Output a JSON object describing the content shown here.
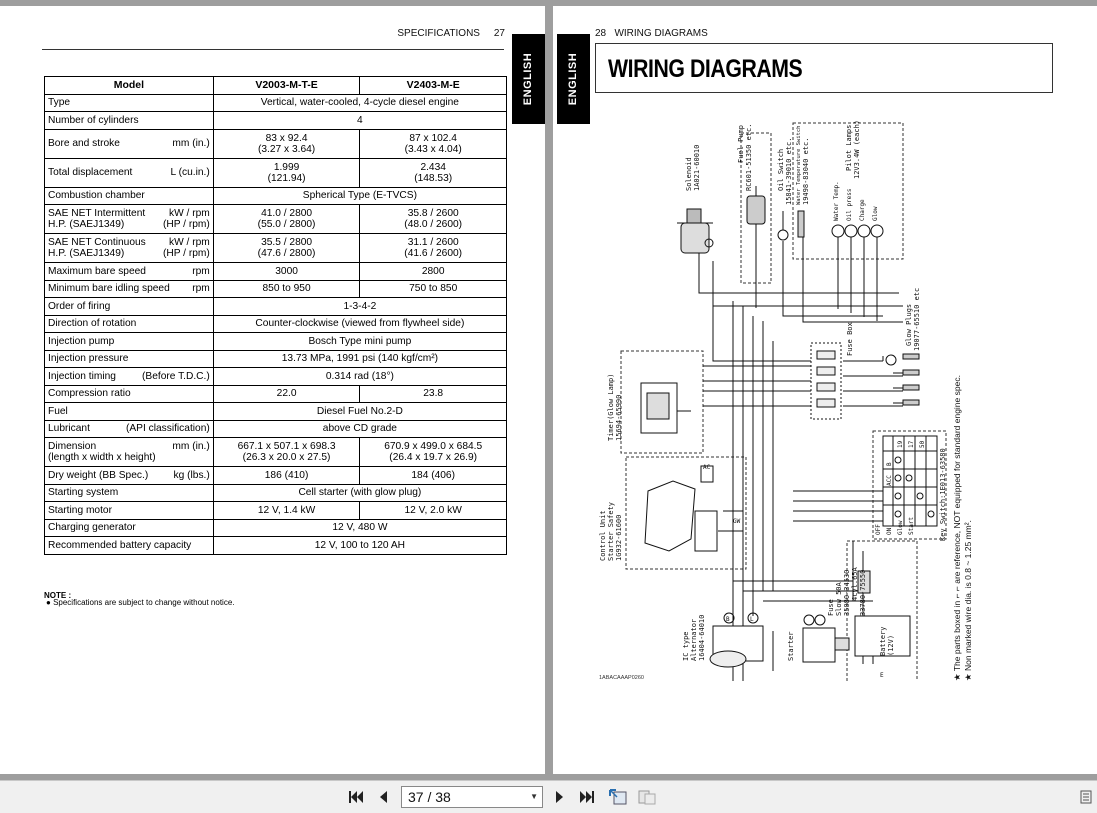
{
  "left_page": {
    "header": "SPECIFICATIONS",
    "page_number": "27",
    "language_tab": "ENGLISH",
    "table": {
      "header": [
        "Model",
        "V2003-M-T-E",
        "V2403-M-E"
      ],
      "rows": [
        {
          "item": "Type",
          "unit": "",
          "merged": "Vertical, water-cooled, 4-cycle diesel engine"
        },
        {
          "item": "Number of cylinders",
          "unit": "",
          "merged": "4"
        },
        {
          "item": "Bore and stroke",
          "unit": "mm (in.)",
          "a": "83 x 92.4",
          "a2": "(3.27 x 3.64)",
          "b": "87 x 102.4",
          "b2": "(3.43 x 4.04)"
        },
        {
          "item": "Total displacement",
          "unit": "L (cu.in.)",
          "a": "1.999",
          "a2": "(121.94)",
          "b": "2.434",
          "b2": "(148.53)"
        },
        {
          "item": "Combustion chamber",
          "unit": "",
          "merged": "Spherical Type (E-TVCS)"
        },
        {
          "item": "SAE NET Intermittent",
          "unit": "kW / rpm",
          "item2": "H.P. (SAEJ1349)",
          "unit2": "(HP / rpm)",
          "a": "41.0 / 2800",
          "a2": "(55.0 / 2800)",
          "b": "35.8 / 2600",
          "b2": "(48.0 / 2600)"
        },
        {
          "item": "SAE NET Continuous",
          "unit": "kW / rpm",
          "item2": "H.P. (SAEJ1349)",
          "unit2": "(HP / rpm)",
          "a": "35.5 / 2800",
          "a2": "(47.6 / 2800)",
          "b": "31.1 / 2600",
          "b2": "(41.6 / 2600)"
        },
        {
          "item": "Maximum bare speed",
          "unit": "rpm",
          "a": "3000",
          "b": "2800"
        },
        {
          "item": "Minimum bare idling speed",
          "unit": "rpm",
          "a": "850 to 950",
          "b": "750 to 850"
        },
        {
          "item": "Order of firing",
          "unit": "",
          "merged": "1-3-4-2"
        },
        {
          "item": "Direction of rotation",
          "unit": "",
          "merged": "Counter-clockwise (viewed from flywheel side)"
        },
        {
          "item": "Injection pump",
          "unit": "",
          "merged": "Bosch Type mini pump"
        },
        {
          "item": "Injection pressure",
          "unit": "",
          "merged": "13.73 MPa, 1991 psi (140 kgf/cm²)"
        },
        {
          "item": "Injection timing",
          "unit": "(Before T.D.C.)",
          "merged": "0.314 rad (18°)"
        },
        {
          "item": "Compression ratio",
          "unit": "",
          "a": "22.0",
          "b": "23.8"
        },
        {
          "item": "Fuel",
          "unit": "",
          "merged": "Diesel Fuel No.2-D"
        },
        {
          "item": "Lubricant",
          "unit": "(API classification)",
          "merged": "above CD grade"
        },
        {
          "item": "Dimension",
          "unit": "mm (in.)",
          "item2": "(length x width x height)",
          "unit2": "",
          "a": "667.1 x 507.1 x 698.3",
          "a2": "(26.3 x 20.0 x 27.5)",
          "b": "670.9 x 499.0 x 684.5",
          "b2": "(26.4 x 19.7 x 26.9)"
        },
        {
          "item": "Dry weight (BB Spec.)",
          "unit": "kg (lbs.)",
          "a": "186 (410)",
          "b": "184 (406)"
        },
        {
          "item": "Starting system",
          "unit": "",
          "merged": "Cell starter (with glow plug)"
        },
        {
          "item": "Starting motor",
          "unit": "",
          "a": "12 V, 1.4 kW",
          "b": "12 V, 2.0 kW"
        },
        {
          "item": "Charging generator",
          "unit": "",
          "merged": "12 V, 480 W"
        },
        {
          "item": "Recommended battery capacity",
          "unit": "",
          "merged": "12 V, 100 to 120 AH"
        }
      ]
    },
    "note_title": "NOTE :",
    "note_text": "Specifications are subject to change without notice."
  },
  "right_page": {
    "page_number": "28",
    "header": "WIRING DIAGRAMS",
    "language_tab": "ENGLISH",
    "title": "WIRING DIAGRAMS",
    "image_code": "1ABACAAAP0260",
    "diagram_labels": {
      "solenoid": "Solenoid",
      "solenoid_pn": "1A021-60010",
      "fuel_pump": "Fuel Pump",
      "fuel_pump_pn": "RC601-51350 etc.",
      "oil_switch": "Oil Switch",
      "oil_switch_pn": "15841-39010 etc.",
      "water_temp_switch": "Water Temperature Switch",
      "water_temp_pn": "19498-83040 etc.",
      "pilot_lamps": "Pilot Lamps",
      "pilot_lamps_spec": "12V3.4W (each)",
      "lamp_water": "Water Temp.",
      "lamp_oil": "Oil press",
      "lamp_charge": "Charge",
      "lamp_glow": "Glow",
      "fuse_box": "Fuse Box",
      "glow_plugs": "Glow Plugs",
      "glow_plugs_pn": "19077-65510 etc",
      "timer": "Timer(Glow Lamp)",
      "timer_pn": "15694-65990",
      "control_unit": "Control Unit",
      "starter_safety": "Starter Safety",
      "control_unit_pn": "1G932-61600",
      "key_switch": "Key Switch:1E013-63580",
      "ks_b": "B",
      "ks_acc": "ACC",
      "ks_19": "19",
      "ks_17": "17",
      "ks_50": "50",
      "ks_off": "OFF",
      "ks_on": "ON",
      "ks_glow": "Glow",
      "ks_start": "Start",
      "fuse_slow": "Fuse",
      "fuse_slow_spec": "Slow 50A",
      "fuse_pn1": "35080-34530",
      "fuse_spec2": "4cyl.65A",
      "fuse_pn2": "33780-75550",
      "ic_alternator": "IC type",
      "ic_alternator2": "Alternator",
      "ic_alternator_pn": "16404-64010",
      "starter": "Starter",
      "battery": "Battery",
      "battery_spec": "(12V)",
      "note1_a": "The parts boxed in",
      "note1_b": "are reference, NOT equipped for standard engine spec.",
      "note2": "Non marked wire dia. is 0.8 ~ 1.25 mm².",
      "wire_ac": "AC",
      "wire_gw": "GW",
      "wire_b": "B",
      "wire_l": "L",
      "wire_e": "E"
    }
  },
  "toolbar": {
    "page_display": "37 / 38",
    "first_icon": "first-page-icon",
    "prev_icon": "previous-page-icon",
    "next_icon": "next-page-icon",
    "last_icon": "last-page-icon",
    "fit_icon": "fit-page-icon",
    "rotate_icon": "thumbnails-icon"
  }
}
